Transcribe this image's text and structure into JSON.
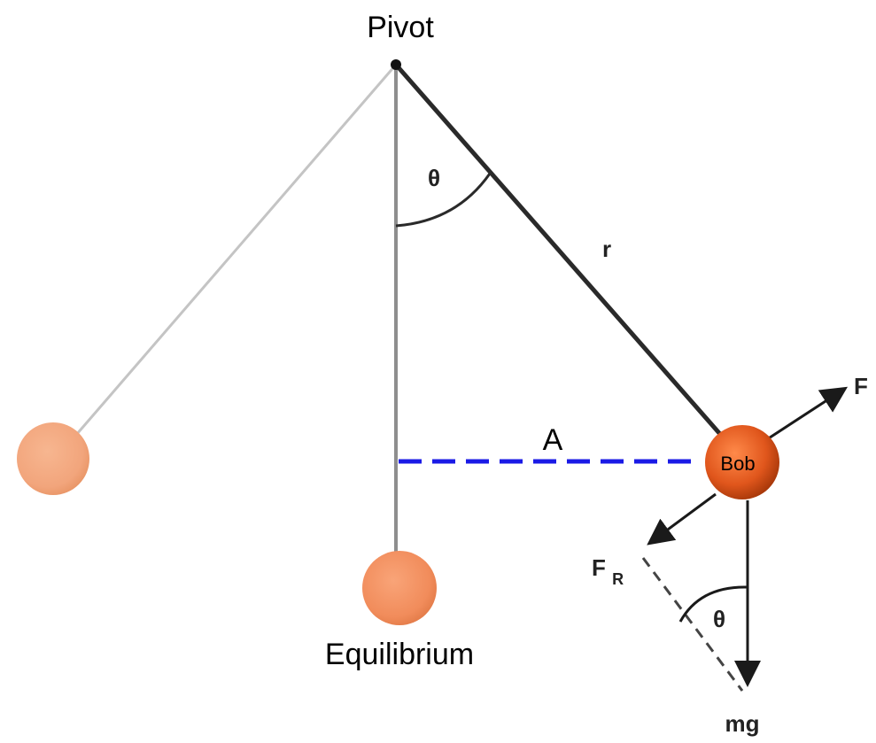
{
  "labels": {
    "pivot": "Pivot",
    "equilibrium": "Equilibrium",
    "amplitude": "A",
    "bob": "Bob",
    "length": "r",
    "angle_top": "θ",
    "angle_bottom": "θ",
    "weight": "mg",
    "restoring_force": "F",
    "restoring_force_subscript": "R",
    "tension_force": "F"
  },
  "colors": {
    "string_active": "#2a2a2a",
    "string_faded": "#b9b9b9",
    "amplitude_line": "#1a1ae6",
    "bob_active": "#e0561c",
    "bob_faded": "#f2a57c",
    "arrow": "#1a1a1a"
  }
}
